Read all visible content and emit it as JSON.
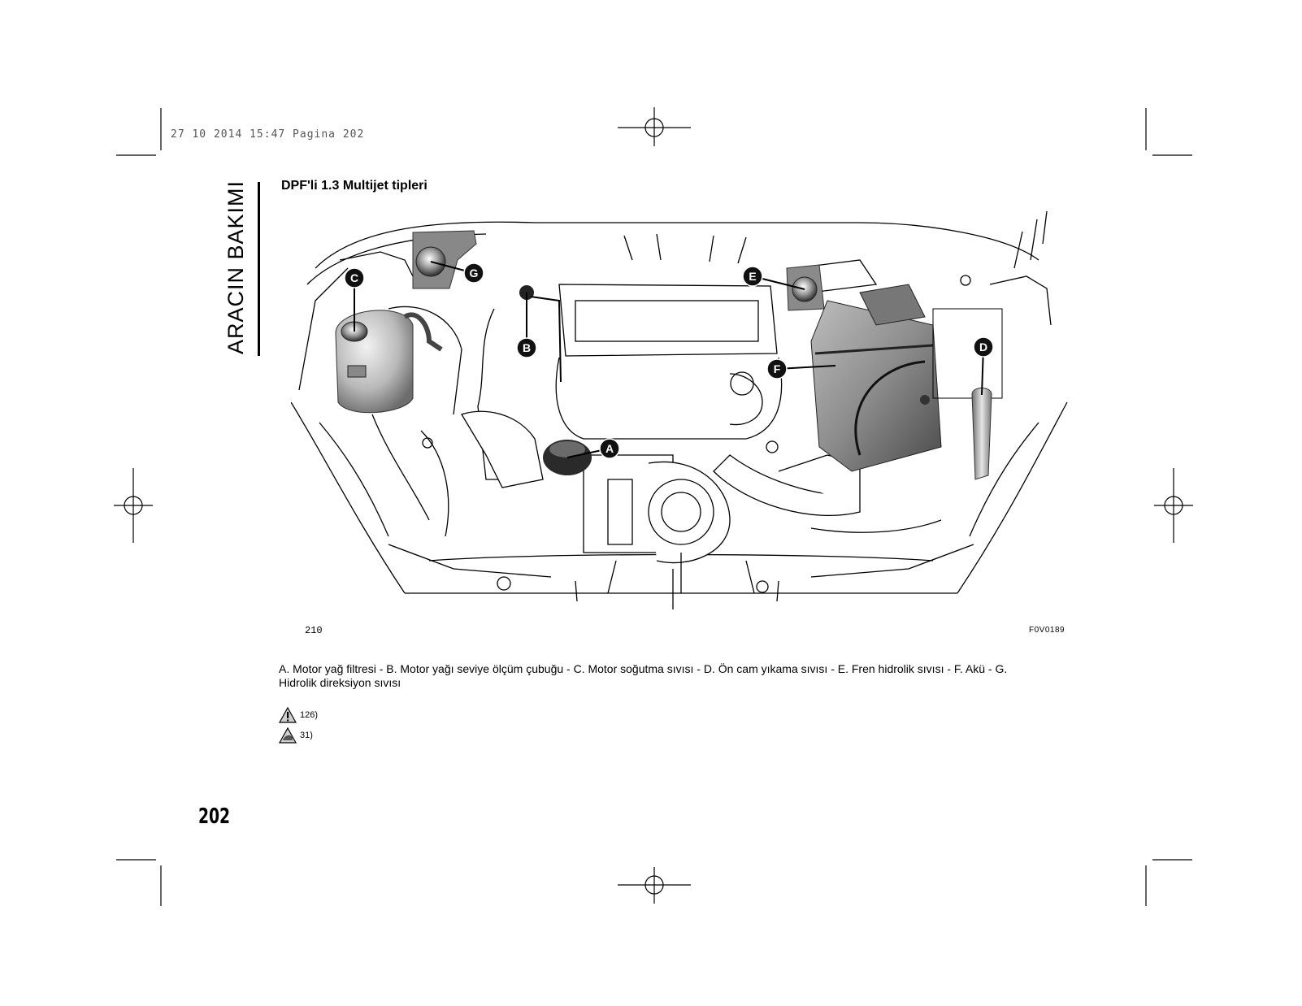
{
  "header": {
    "print_stamp": "27 10 2014 15:47 Pagina 202"
  },
  "side": {
    "section_label": "ARACIN BAKIMI"
  },
  "section": {
    "title": "DPF'li 1.3 Multijet tipleri"
  },
  "figure": {
    "number": "210",
    "code": "F0V0189",
    "callouts": [
      "A",
      "B",
      "C",
      "D",
      "E",
      "F",
      "G"
    ]
  },
  "caption": {
    "text": "A. Motor yağ filtresi - B. Motor yağı seviye ölçüm çubuğu - C. Motor soğutma sıvısı - D. Ön cam yıkama sıvısı - E. Fren hidrolik sıvısı - F. Akü - G. Hidrolik direksiyon sıvısı"
  },
  "notes": [
    {
      "icon": "warning-triangle-icon",
      "ref": "126)"
    },
    {
      "icon": "environment-triangle-icon",
      "ref": "31)"
    }
  ],
  "footer": {
    "page_number": "202"
  }
}
